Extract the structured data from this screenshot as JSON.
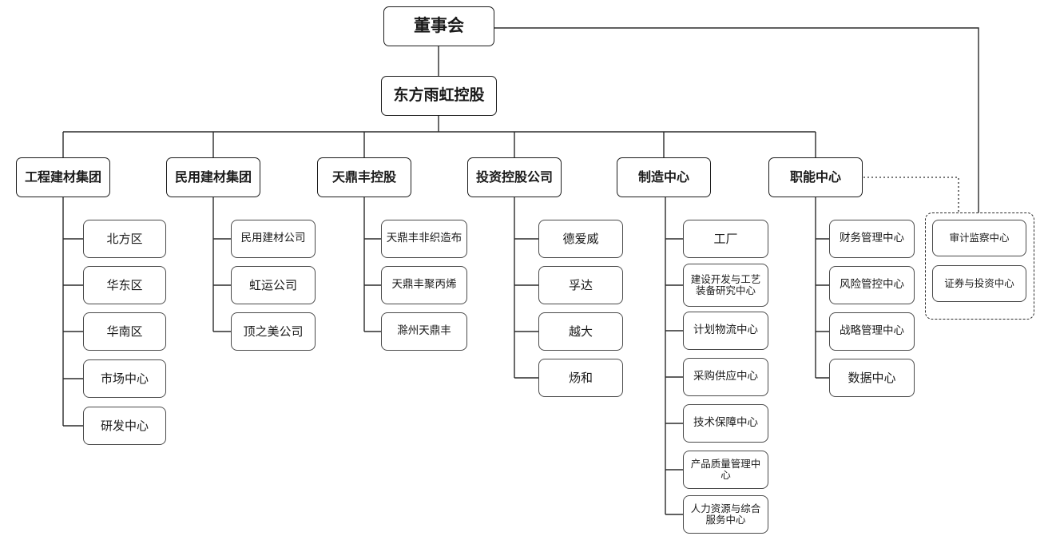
{
  "diagram": {
    "title_box": "董事会",
    "second_box": "东方雨虹控股",
    "divisions": [
      {
        "label": "工程建材集团",
        "children": [
          "北方区",
          "华东区",
          "华南区",
          "市场中心",
          "研发中心"
        ]
      },
      {
        "label": "民用建材集团",
        "children": [
          "民用建材公司",
          "虹运公司",
          "顶之美公司"
        ]
      },
      {
        "label": "天鼎丰控股",
        "children": [
          "天鼎丰非织造布",
          "天鼎丰聚丙烯",
          "滁州天鼎丰"
        ]
      },
      {
        "label": "投资控股公司",
        "children": [
          "德爱威",
          "孚达",
          "越大",
          "炀和"
        ]
      },
      {
        "label": "制造中心",
        "children": [
          "工厂",
          "建设开发与工艺装备研究中心",
          "计划物流中心",
          "采购供应中心",
          "技术保障中心",
          "产品质量管理中心",
          "人力资源与综合服务中心"
        ]
      },
      {
        "label": "职能中心",
        "children": [
          "财务管理中心",
          "风险管控中心",
          "战略管理中心",
          "数据中心"
        ]
      }
    ],
    "audit_group": {
      "items": [
        "审计监察中心",
        "证券与投资中心"
      ]
    },
    "colors": {
      "line": "#2b2b2b",
      "leaf_border": "#4a4a4a",
      "background": "#ffffff",
      "text": "#1a1a1a"
    }
  }
}
